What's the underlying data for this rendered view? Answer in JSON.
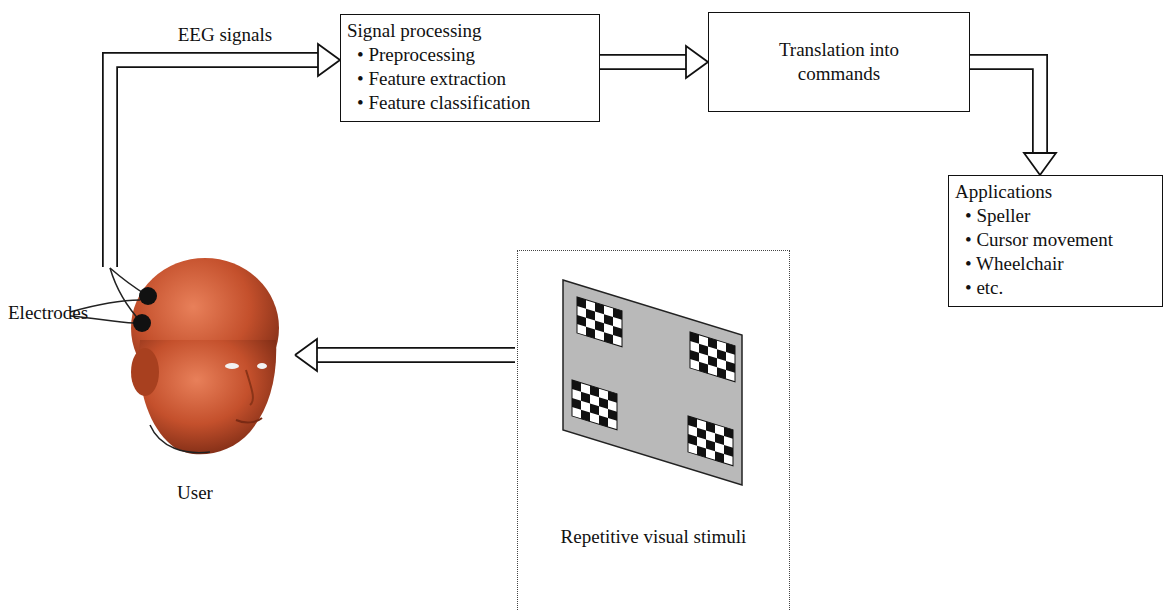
{
  "diagram": {
    "nodes": [
      {
        "text": [
          "Signal processing",
          "• Preprocessing",
          "• Feature extraction",
          "• Feature classification"
        ]
      },
      {
        "text": [
          "Translation into commands"
        ]
      },
      {
        "text": [
          "Applications",
          "• Speller",
          "• Cursor movement",
          "• Wheelchair",
          "• etc."
        ]
      },
      {
        "text": [
          "User"
        ]
      },
      {
        "text": [
          "Repetitive visual stimuli"
        ]
      }
    ],
    "edges": [
      {
        "from": 3,
        "to": 0,
        "arrow": "to",
        "label": "EEG signals"
      },
      {
        "from": 0,
        "to": 1,
        "arrow": "to"
      },
      {
        "from": 1,
        "to": 2,
        "arrow": "to"
      },
      {
        "from": 4,
        "to": 3,
        "arrow": "to"
      }
    ],
    "labels": [
      "Electrodes"
    ]
  }
}
